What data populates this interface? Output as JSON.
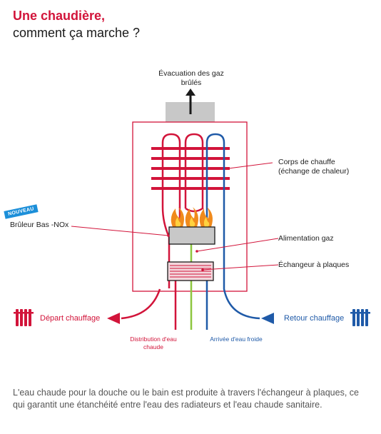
{
  "header": {
    "title": "Une chaudière,",
    "subtitle": "comment ça marche ?"
  },
  "labels": {
    "evacuation": "Évacuation des gaz brûlés",
    "corps": "Corps de chauffe (échange de chaleur)",
    "badge": "NOUVEAU",
    "bruleur": "Brûleur Bas -NOx",
    "alimentation": "Alimentation gaz",
    "echangeur": "Échangeur à plaques",
    "depart": "Départ chauffage",
    "retour": "Retour chauffage",
    "distribution": "Distribution d'eau chaude",
    "arrivee": "Arrivée d'eau froide"
  },
  "footer": {
    "text": "L'eau chaude pour la douche ou le bain est produite à travers l'échangeur à plaques, ce qui garantit une étanchéité entre l'eau des radiateurs et l'eau chaude sanitaire."
  },
  "colors": {
    "red": "#d2143a",
    "blue": "#1f5aa8",
    "gas": "#8dc63f",
    "grey": "#c8c8c8",
    "flame": "#f08a1c",
    "badge": "#1c8fd9"
  }
}
